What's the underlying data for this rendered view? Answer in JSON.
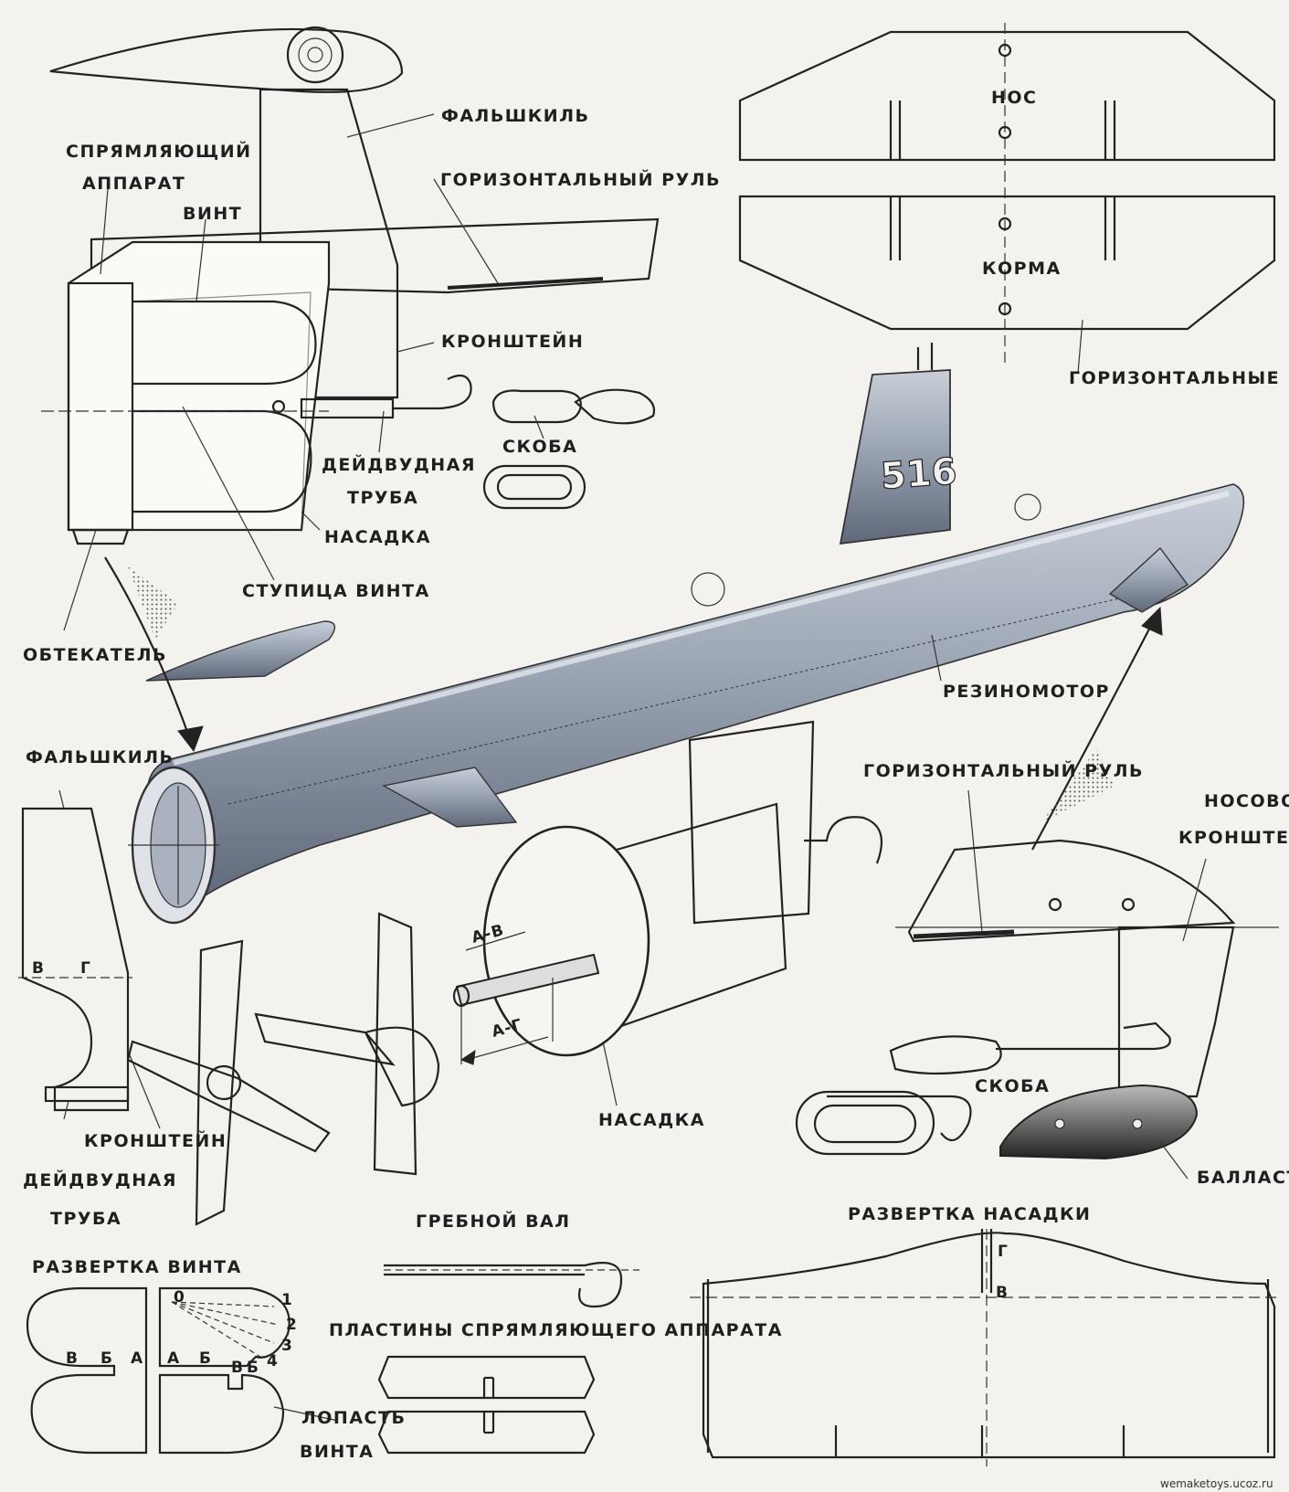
{
  "labels": {
    "falshkil_top": "ФАЛЬШКИЛЬ",
    "spryamlyayushchiy": "СПРЯМЛЯЮЩИЙ",
    "apparat": "АППАРАТ",
    "vint": "ВИНТ",
    "gorizontalny_rul_top": "ГОРИЗОНТАЛЬНЫЙ РУЛЬ",
    "kronshteyn_top": "КРОНШТЕЙН",
    "skoba_top": "СКОБА",
    "deydvudnaya_top": "ДЕЙДВУДНАЯ",
    "truba_top": "ТРУБА",
    "nasadka_top": "НАСАДКА",
    "stupitsa_vinta": "СТУПИЦА ВИНТА",
    "obtekatel": "ОБТЕКАТЕЛЬ",
    "nos": "НОС",
    "korma": "КОРМА",
    "gorizontalnye_ruli": "ГОРИЗОНТАЛЬНЫЕ РУЛИ",
    "hull_number": "516",
    "rezinomotor": "РЕЗИНОМОТОР",
    "falshkil_left": "ФАЛЬШКИЛЬ",
    "gorizontalny_rul_right": "ГОРИЗОНТАЛЬНЫЙ РУЛЬ",
    "nosovoy": "НОСОВОЙ",
    "kronshteyn_right": "КРОНШТЕЙН",
    "skoba_right": "СКОБА",
    "ballast": "БАЛЛАСТ",
    "kronshteyn_left": "КРОНШТЕЙН",
    "deydvudnaya_left": "ДЕЙДВУДНАЯ",
    "truba_left": "ТРУБА",
    "nasadka_center": "НАСАДКА",
    "dim_av": "А-В",
    "dim_ag": "А-Г",
    "grebnoy_val": "ГРЕБНОЙ ВАЛ",
    "razvertka_vinta": "РАЗВЕРТКА ВИНТА",
    "plastiny": "ПЛАСТИНЫ СПРЯМЛЯЮЩЕГО АППАРАТА",
    "lopast": "ЛОПАСТЬ",
    "vinta": "ВИНТА",
    "razvertka_nasadki": "РАЗВЕРТКА НАСАДКИ",
    "pt_v_left": "В",
    "pt_g_left": "Г",
    "pt_v1": "В",
    "pt_b1": "Б",
    "pt_a1": "А",
    "pt_a2": "А",
    "pt_b2": "Б",
    "pt_v2": "В",
    "pt_b3": "Б",
    "pt_0": "0",
    "pt_1": "1",
    "pt_2": "2",
    "pt_3": "3",
    "pt_4": "4",
    "pt_g_nas": "Г",
    "pt_v_nas": "В"
  },
  "watermark": "wemaketoys.ucoz.ru"
}
